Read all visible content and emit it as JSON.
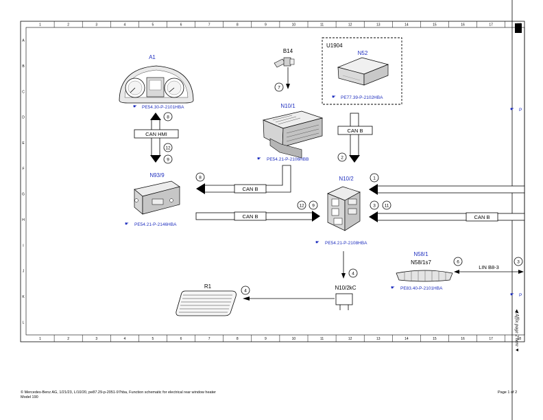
{
  "grid": {
    "columns": [
      "1",
      "2",
      "3",
      "4",
      "5",
      "6",
      "7",
      "8",
      "9",
      "10",
      "11",
      "12",
      "13",
      "14",
      "15",
      "16",
      "17",
      "18"
    ],
    "rows": [
      "A",
      "B",
      "C",
      "D",
      "E",
      "F",
      "G",
      "H",
      "I",
      "J",
      "K",
      "L"
    ]
  },
  "components": {
    "a1": {
      "name": "A1",
      "ref": "PE54.30-P-2101HBA"
    },
    "b14": {
      "name": "B14"
    },
    "u1904": {
      "name": "U1904"
    },
    "n52": {
      "name": "N52",
      "ref": "PE77.39-P-2102HBA"
    },
    "n10_1": {
      "name": "N10/1",
      "ref": "PE54.21-P-2106HBB"
    },
    "n93_9": {
      "name": "N93/9",
      "ref": "PE54.21-P-2146HBA"
    },
    "n10_2": {
      "name": "N10/2",
      "ref": "PE54.21-P-2108HBA"
    },
    "n58_1": {
      "name": "N58/1",
      "sub": "N58/1s7",
      "ref": "PE83.40-P-2101HBA"
    },
    "n10_2kc": {
      "name": "N10/2kC"
    },
    "r1": {
      "name": "R1"
    }
  },
  "buses": {
    "can_hmi": "CAN HMI",
    "can_b_top": "CAN B",
    "can_b_mid": "CAN B",
    "can_b_low": "CAN B",
    "can_b_right": "CAN B",
    "lin": "LIN B8-3"
  },
  "markers": {
    "m8a": "8",
    "m12": "12",
    "m9a": "9",
    "m7": "7",
    "m2": "2",
    "m8b": "8",
    "m12b": "12",
    "m9b": "9",
    "m1": "1",
    "m3": "3",
    "m11": "11",
    "m4a": "4",
    "m4b": "4",
    "m6": "6",
    "m3b": "3"
  },
  "side": {
    "ref_c": "P",
    "ref_k": "P",
    "continuation": "◀ Affix page 2 here ▼"
  },
  "footer": {
    "line1": "© Mercedes-Benz AG, 1/21/23, L/10/20, pe87.29-p-2051-97hba, Function schematic for electrical rear window heater",
    "line2": "Model 190",
    "page": "Page 1 of 2"
  }
}
